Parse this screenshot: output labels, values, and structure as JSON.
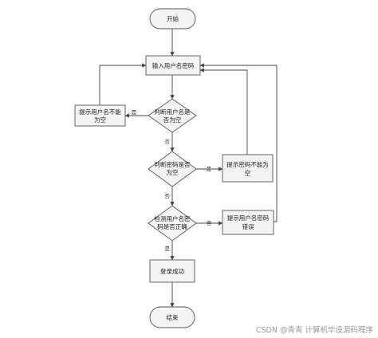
{
  "diagram": {
    "nodes": {
      "start": "开始",
      "input": "输入用户名密码",
      "check_user_line1": "判断用户名是",
      "check_user_line2": "否为空",
      "user_empty_line1": "提示用户名不能",
      "user_empty_line2": "为空",
      "check_pass_line1": "判断密码是否",
      "check_pass_line2": "为空",
      "pass_empty_line1": "提示密码不能为",
      "pass_empty_line2": "空",
      "verify_line1": "检测用户名密",
      "verify_line2": "码是否正确",
      "verify_error_line1": "提示用户名密码",
      "verify_error_line2": "错误",
      "success": "登录成功",
      "end": "结束"
    },
    "edges": {
      "user_yes": "是",
      "user_no": "否",
      "pass_yes": "是",
      "pass_no": "否",
      "verify_no": "否",
      "verify_yes": "是"
    }
  },
  "colors": {
    "node_fill": "#f4f4f4",
    "node_stroke": "#555555",
    "line": "#444444"
  },
  "watermark": "CSDN @青青  计算机毕设源码程序"
}
